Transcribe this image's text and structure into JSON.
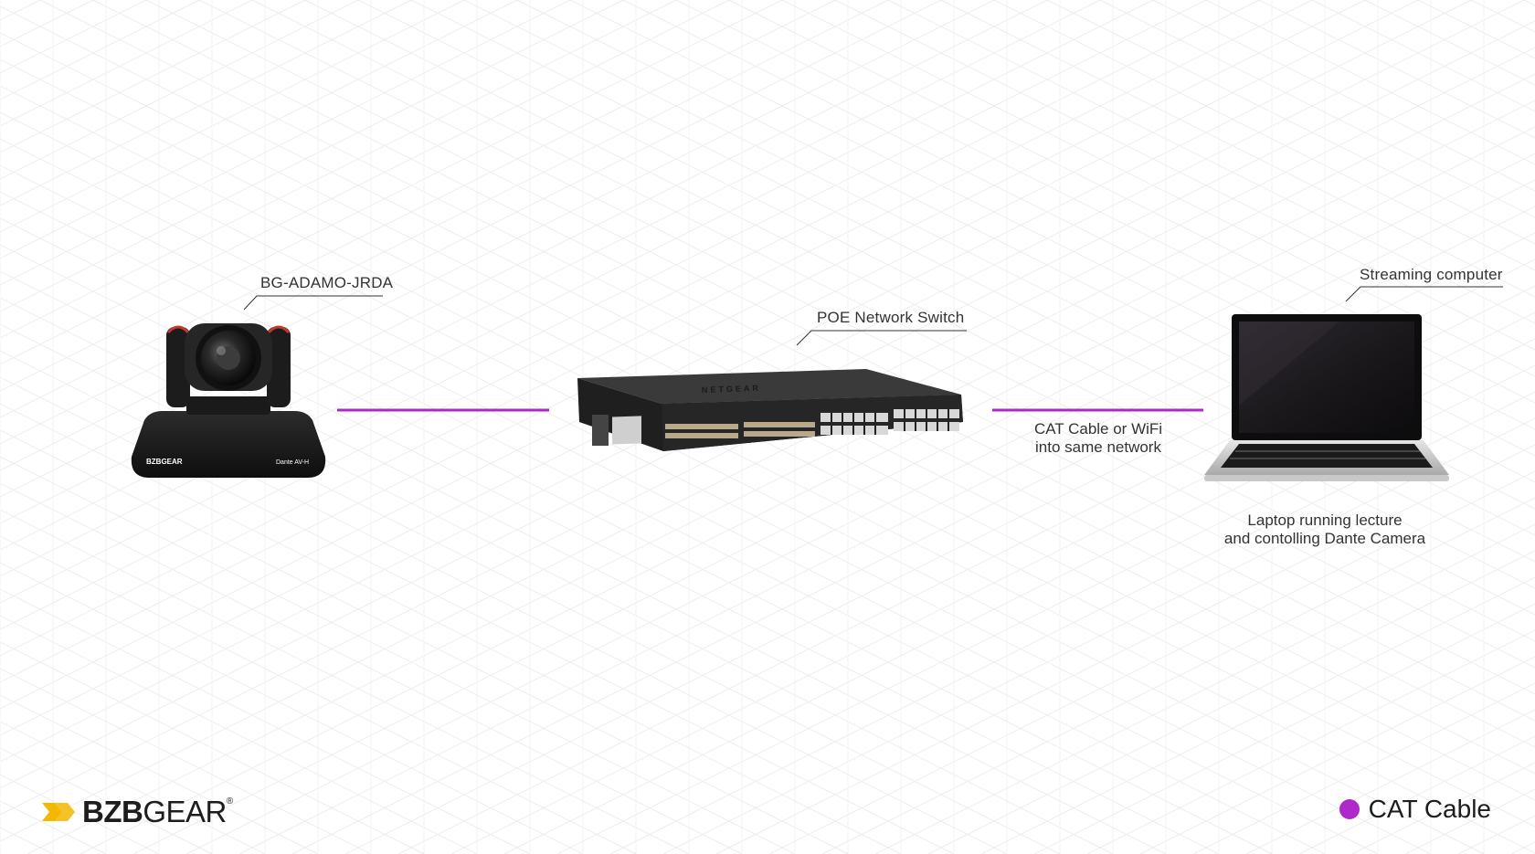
{
  "colors": {
    "cat_cable": "#b028c9",
    "accent_yellow": "#f5b800",
    "device_dark": "#1e1e1e"
  },
  "devices": {
    "camera": {
      "label": "BG-ADAMO-JRDA",
      "brand_mark": "BZBGEAR",
      "model_mark": "Dante AV-H"
    },
    "switch": {
      "label": "POE Network Switch",
      "brand_mark": "NETGEAR"
    },
    "laptop": {
      "label": "Streaming computer",
      "caption_line1": "Laptop running lecture",
      "caption_line2": "and contolling Dante Camera"
    }
  },
  "connections": {
    "switch_to_laptop": {
      "caption_line1": "CAT Cable or WiFi",
      "caption_line2": "into same network"
    }
  },
  "logo": {
    "bold": "BZB",
    "light": "GEAR",
    "reg": "®"
  },
  "legend": {
    "items": [
      {
        "label": "CAT Cable",
        "icon": "circle-dot-icon"
      }
    ]
  }
}
